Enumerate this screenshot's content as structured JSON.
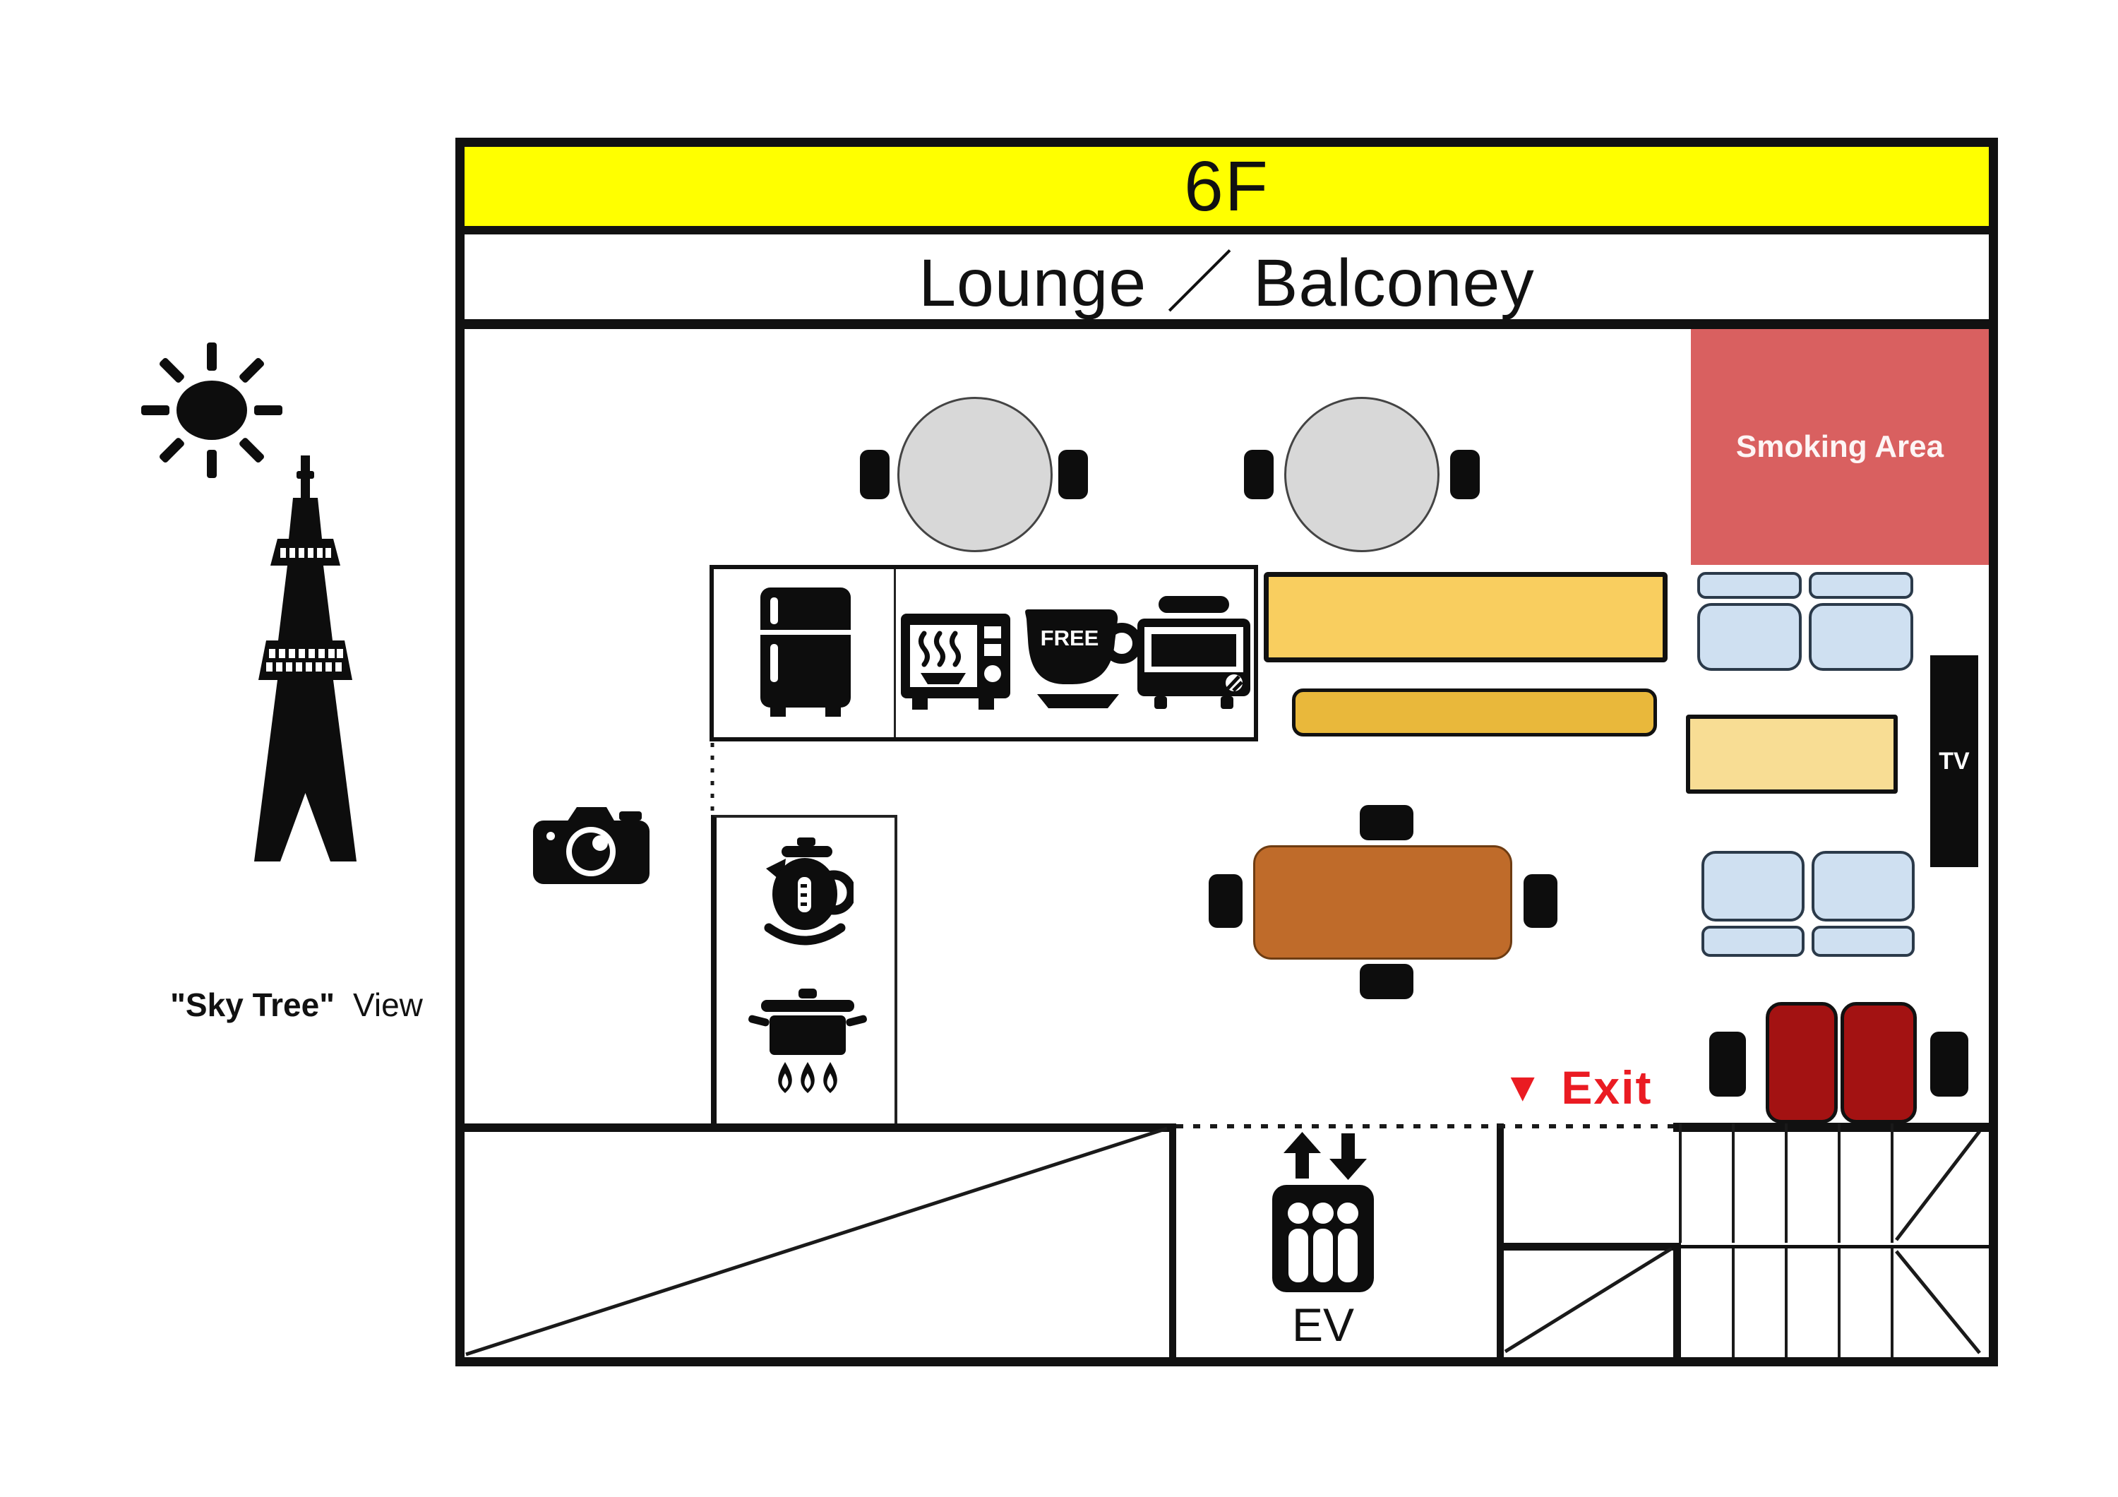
{
  "header": {
    "floor_label": "6F",
    "room_label": "Lounge ／ Balconey"
  },
  "areas": {
    "smoking_label": "Smoking Area"
  },
  "kitchen": {
    "free_label": "FREE"
  },
  "media": {
    "tv_label": "TV"
  },
  "exit": {
    "arrow": "▼",
    "label": "Exit"
  },
  "elevator": {
    "label": "EV"
  },
  "side_note": {
    "quote": "\"Sky Tree\"",
    "view": "View"
  },
  "icons": {
    "sun": "sun-icon",
    "skytree": "skytree-tower-icon",
    "camera": "camera-icon",
    "fridge": "fridge-icon",
    "microwave": "microwave-icon",
    "coffee": "free-coffee-icon",
    "toaster": "toaster-oven-icon",
    "kettle": "kettle-icon",
    "pot": "cooking-pot-icon",
    "elevator": "elevator-icon",
    "up_down": "up-down-arrows-icon",
    "exit_arrow": "exit-arrow-icon"
  },
  "colors": {
    "yellow_header": "#FFFF00",
    "smoking_red": "#D96060",
    "table_gray": "#D8D8D8",
    "counter_gold_light": "#F9CE5F",
    "counter_gold": "#E9B83B",
    "cream": "#F8DD94",
    "sofa_blue": "#CFE0F1",
    "sofa_border": "#2B3A4A",
    "table_brown": "#BF6B2A",
    "chair_red": "#A31212",
    "exit_red": "#EA1B22",
    "wall_black": "#111111",
    "icon_black": "#0D0D0D"
  }
}
